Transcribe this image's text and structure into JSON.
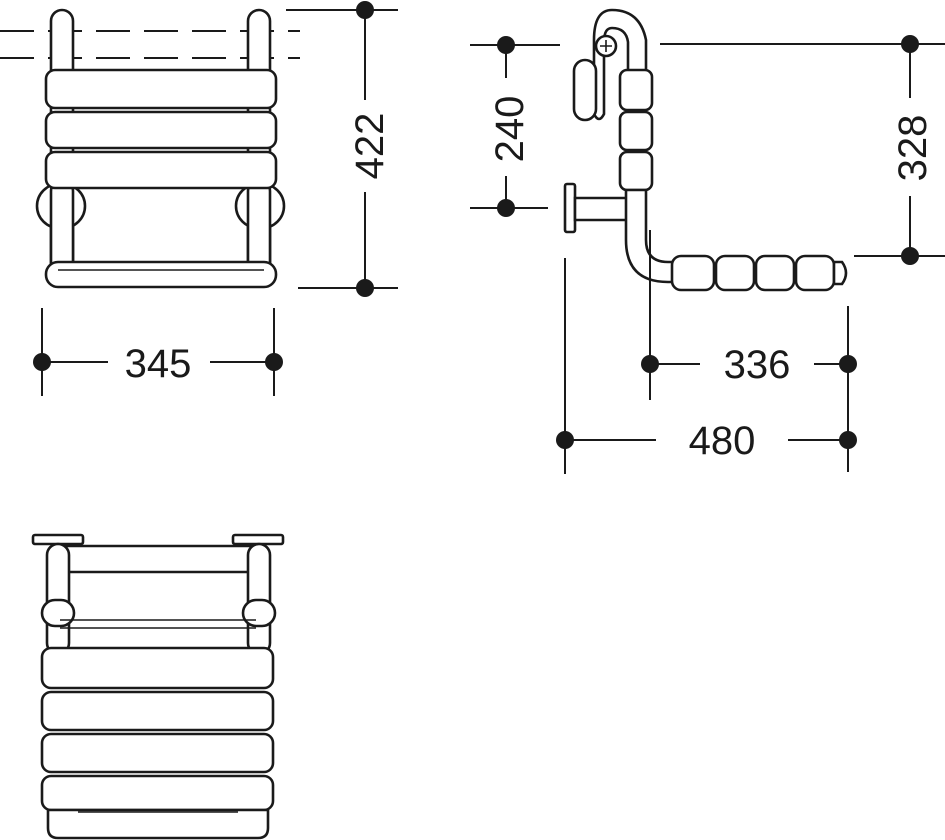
{
  "dimensions": {
    "front_width": "345",
    "front_height": "422",
    "side_upper": "240",
    "side_height": "328",
    "side_depth_folded": "336",
    "side_depth_total": "480"
  },
  "colors": {
    "ink": "#1a1a1a",
    "paper": "#ffffff"
  }
}
